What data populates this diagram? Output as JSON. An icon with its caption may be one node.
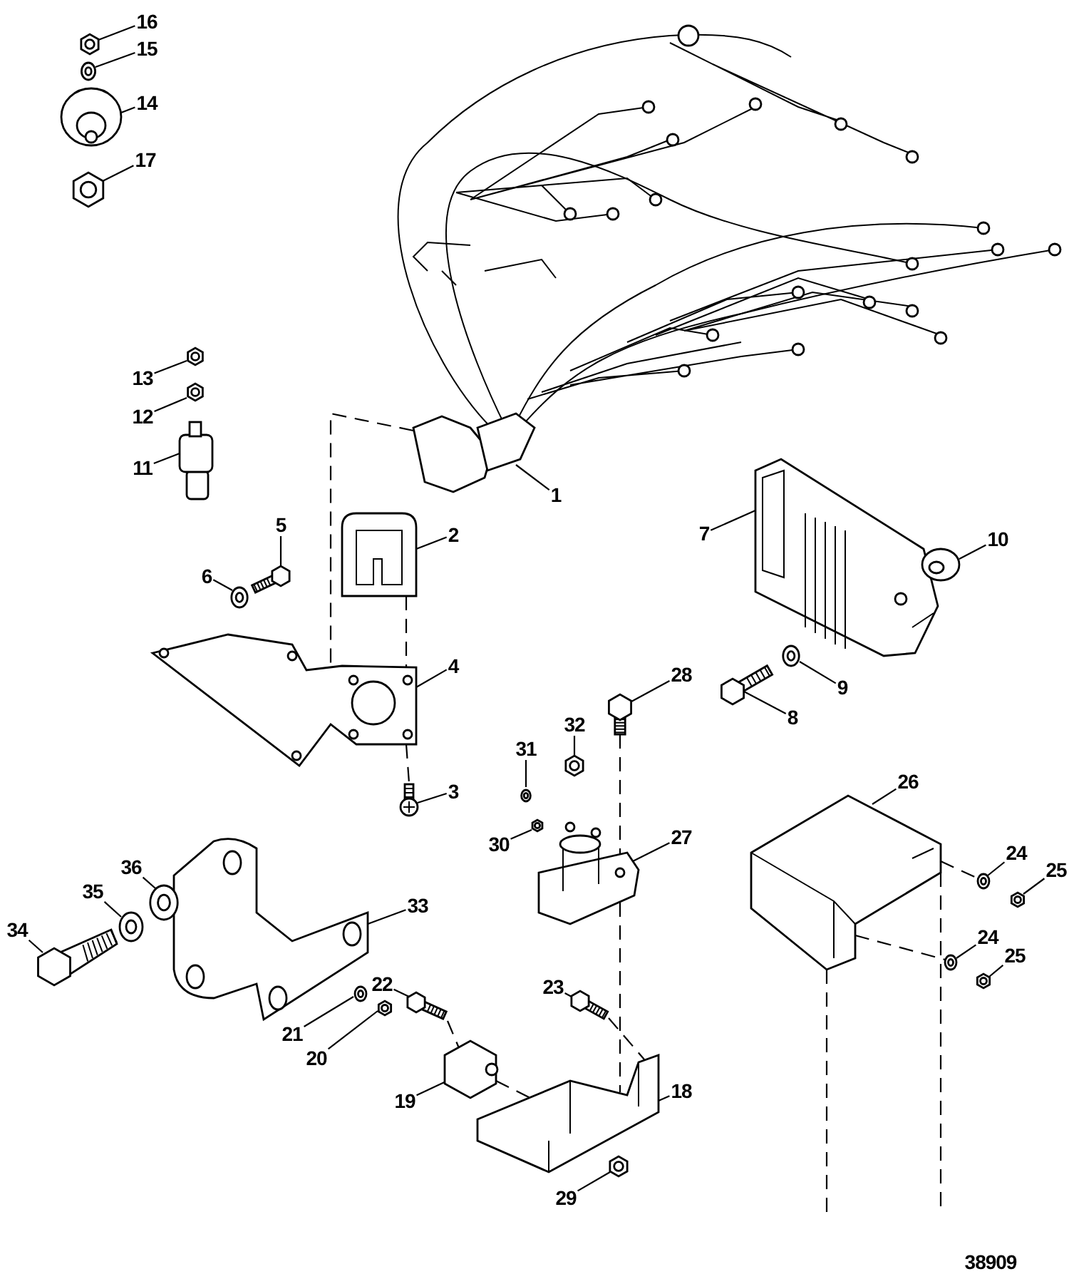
{
  "diagram": {
    "nodes": [
      {
        "text": [
          "1"
        ]
      },
      {
        "text": [
          "2"
        ]
      },
      {
        "text": [
          "3"
        ]
      },
      {
        "text": [
          "4"
        ]
      },
      {
        "text": [
          "5"
        ]
      },
      {
        "text": [
          "6"
        ]
      },
      {
        "text": [
          "7"
        ]
      },
      {
        "text": [
          "8"
        ]
      },
      {
        "text": [
          "9"
        ]
      },
      {
        "text": [
          "10"
        ]
      },
      {
        "text": [
          "11"
        ]
      },
      {
        "text": [
          "12"
        ]
      },
      {
        "text": [
          "13"
        ]
      },
      {
        "text": [
          "14"
        ]
      },
      {
        "text": [
          "15"
        ]
      },
      {
        "text": [
          "16"
        ]
      },
      {
        "text": [
          "17"
        ]
      },
      {
        "text": [
          "18"
        ]
      },
      {
        "text": [
          "19"
        ]
      },
      {
        "text": [
          "20"
        ]
      },
      {
        "text": [
          "21"
        ]
      },
      {
        "text": [
          "22"
        ]
      },
      {
        "text": [
          "23"
        ]
      },
      {
        "text": [
          "24"
        ]
      },
      {
        "text": [
          "25"
        ]
      },
      {
        "text": [
          "26"
        ]
      },
      {
        "text": [
          "27"
        ]
      },
      {
        "text": [
          "28"
        ]
      },
      {
        "text": [
          "29"
        ]
      },
      {
        "text": [
          "30"
        ]
      },
      {
        "text": [
          "31"
        ]
      },
      {
        "text": [
          "32"
        ]
      },
      {
        "text": [
          "33"
        ]
      },
      {
        "text": [
          "34"
        ]
      },
      {
        "text": [
          "35"
        ]
      },
      {
        "text": [
          "36"
        ]
      },
      {
        "text": [
          "24"
        ]
      },
      {
        "text": [
          "25"
        ]
      },
      {
        "text": [],
        "shape": "picture"
      },
      {
        "text": [],
        "shape": "picture"
      },
      {
        "text": [],
        "shape": "picture"
      },
      {
        "text": [],
        "shape": "picture"
      },
      {
        "text": [],
        "shape": "picture"
      },
      {
        "text": [],
        "shape": "picture"
      },
      {
        "text": [],
        "shape": "picture"
      },
      {
        "text": [],
        "shape": "picture"
      },
      {
        "text": [],
        "shape": "picture"
      },
      {
        "text": [],
        "shape": "picture"
      },
      {
        "text": [],
        "shape": "picture"
      },
      {
        "text": [],
        "shape": "picture"
      },
      {
        "text": [],
        "shape": "picture"
      },
      {
        "text": [],
        "shape": "picture"
      },
      {
        "text": [],
        "shape": "picture"
      },
      {
        "text": [],
        "shape": "picture"
      },
      {
        "text": [],
        "shape": "picture"
      },
      {
        "text": [],
        "shape": "picture"
      },
      {
        "text": [],
        "shape": "picture"
      },
      {
        "text": [],
        "shape": "picture"
      },
      {
        "text": [],
        "shape": "picture"
      },
      {
        "text": [],
        "shape": "picture"
      },
      {
        "text": [],
        "shape": "picture"
      },
      {
        "text": [],
        "shape": "picture"
      },
      {
        "text": [],
        "shape": "picture"
      },
      {
        "text": [],
        "shape": "picture"
      },
      {
        "text": [],
        "shape": "picture"
      },
      {
        "text": [],
        "shape": "picture"
      },
      {
        "text": [],
        "shape": "picture"
      },
      {
        "text": [],
        "shape": "picture"
      },
      {
        "text": [],
        "shape": "picture"
      },
      {
        "text": [],
        "shape": "picture"
      },
      {
        "text": [],
        "shape": "picture"
      },
      {
        "text": [],
        "shape": "picture"
      },
      {
        "text": [],
        "shape": "picture"
      },
      {
        "text": [],
        "shape": "picture"
      },
      {
        "text": [],
        "shape": "picture"
      },
      {
        "text": [],
        "shape": "picture"
      }
    ],
    "edges": [
      {
        "from": 0,
        "to": 38,
        "arrow": "none"
      },
      {
        "from": 1,
        "to": 39,
        "arrow": "none"
      },
      {
        "from": 2,
        "to": 40,
        "arrow": "none"
      },
      {
        "from": 3,
        "to": 41,
        "arrow": "none"
      },
      {
        "from": 4,
        "to": 42,
        "arrow": "none"
      },
      {
        "from": 5,
        "to": 43,
        "arrow": "none"
      },
      {
        "from": 6,
        "to": 44,
        "arrow": "none"
      },
      {
        "from": 7,
        "to": 45,
        "arrow": "none"
      },
      {
        "from": 8,
        "to": 46,
        "arrow": "none"
      },
      {
        "from": 9,
        "to": 47,
        "arrow": "none"
      },
      {
        "from": 10,
        "to": 48,
        "arrow": "none"
      },
      {
        "from": 11,
        "to": 49,
        "arrow": "none"
      },
      {
        "from": 12,
        "to": 50,
        "arrow": "none"
      },
      {
        "from": 13,
        "to": 51,
        "arrow": "none"
      },
      {
        "from": 14,
        "to": 52,
        "arrow": "none"
      },
      {
        "from": 15,
        "to": 53,
        "arrow": "none"
      },
      {
        "from": 16,
        "to": 54,
        "arrow": "none"
      },
      {
        "from": 17,
        "to": 55,
        "arrow": "none"
      },
      {
        "from": 18,
        "to": 56,
        "arrow": "none"
      },
      {
        "from": 19,
        "to": 57,
        "arrow": "none"
      },
      {
        "from": 20,
        "to": 58,
        "arrow": "none"
      },
      {
        "from": 21,
        "to": 59,
        "arrow": "none"
      },
      {
        "from": 22,
        "to": 60,
        "arrow": "none"
      },
      {
        "from": 23,
        "to": 61,
        "arrow": "none"
      },
      {
        "from": 24,
        "to": 62,
        "arrow": "none"
      },
      {
        "from": 25,
        "to": 63,
        "arrow": "none"
      },
      {
        "from": 26,
        "to": 64,
        "arrow": "none"
      },
      {
        "from": 27,
        "to": 65,
        "arrow": "none"
      },
      {
        "from": 28,
        "to": 66,
        "arrow": "none"
      },
      {
        "from": 29,
        "to": 67,
        "arrow": "none"
      },
      {
        "from": 30,
        "to": 68,
        "arrow": "none"
      },
      {
        "from": 31,
        "to": 69,
        "arrow": "none"
      },
      {
        "from": 32,
        "to": 70,
        "arrow": "none"
      },
      {
        "from": 33,
        "to": 71,
        "arrow": "none"
      },
      {
        "from": 34,
        "to": 72,
        "arrow": "none"
      },
      {
        "from": 35,
        "to": 73,
        "arrow": "none"
      },
      {
        "from": 36,
        "to": 74,
        "arrow": "none"
      },
      {
        "from": 37,
        "to": 75,
        "arrow": "none"
      },
      {
        "from": 38,
        "to": 41,
        "arrow": "none",
        "style": "dashed"
      },
      {
        "from": 39,
        "to": 41,
        "arrow": "none",
        "style": "dashed"
      },
      {
        "from": 41,
        "to": 40,
        "arrow": "none",
        "style": "dashed"
      },
      {
        "from": 65,
        "to": 64,
        "arrow": "none",
        "style": "dashed"
      },
      {
        "from": 64,
        "to": 55,
        "arrow": "none",
        "style": "dashed"
      },
      {
        "from": 59,
        "to": 56,
        "arrow": "none",
        "style": "dashed"
      },
      {
        "from": 56,
        "to": 55,
        "arrow": "none",
        "style": "dashed"
      },
      {
        "from": 60,
        "to": 55,
        "arrow": "none",
        "style": "dashed"
      },
      {
        "from": 63,
        "to": null,
        "arrow": "none",
        "style": "dashed"
      },
      {
        "from": 63,
        "to": null,
        "arrow": "none",
        "style": "dashed"
      },
      {
        "from": 63,
        "to": 61,
        "arrow": "none",
        "style": "dashed"
      },
      {
        "from": 63,
        "to": 74,
        "arrow": "none",
        "style": "dashed"
      }
    ],
    "labels": [
      "38909"
    ]
  }
}
